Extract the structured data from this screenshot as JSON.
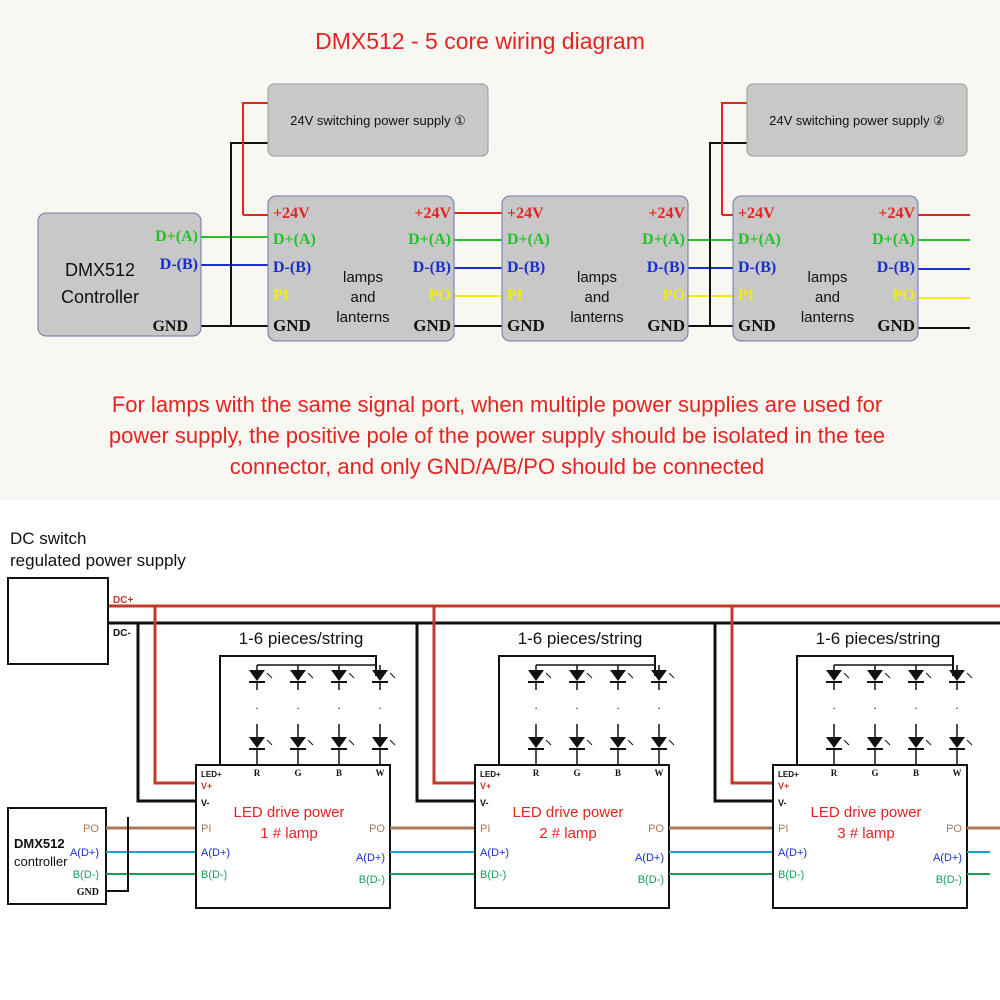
{
  "colors": {
    "red": "#e52421",
    "green": "#22c32a",
    "blue": "#1a2ed0",
    "yellow": "#f2ee00",
    "black": "#111111",
    "box": "#c8c8c8",
    "boxBorder": "#6a78a8",
    "brown": "#a97a5a",
    "cyan": "#1aa0d8",
    "teal": "#1c9a5a",
    "darkred": "#c0392b"
  },
  "top": {
    "title": "DMX512 - 5 core wiring diagram",
    "psu1": "24V switching power supply ①",
    "psu2": "24V switching power supply ②",
    "controller": {
      "line1": "DMX512",
      "line2": "Controller",
      "dplus": "D+(A)",
      "dminus": "D-(B)",
      "gnd": "GND"
    },
    "lamp": {
      "in": {
        "v24": "+24V",
        "dplus": "D+(A)",
        "dminus": "D-(B)",
        "pi": "PI",
        "gnd": "GND"
      },
      "out": {
        "v24": "+24V",
        "dplus": "D+(A)",
        "dminus": "D-(B)",
        "po": "PO",
        "gnd": "GND"
      },
      "label": [
        "lamps",
        "and",
        "lanterns"
      ]
    },
    "note": [
      "For lamps with the same signal port, when multiple power supplies are used for",
      "power supply, the positive pole of the power supply should be isolated in the tee",
      "connector, and only GND/A/B/PO should be connected"
    ]
  },
  "bottom": {
    "psu_label": [
      "DC switch",
      "regulated power supply"
    ],
    "dc_plus": "DC+",
    "dc_minus": "DC-",
    "controller": {
      "line1": "DMX512",
      "line2": "controller",
      "po": "PO",
      "a": "A(D+)",
      "b": "B(D-)",
      "gnd": "GND"
    },
    "string_label": "1-6 pieces/string",
    "drive": {
      "ledplus": "LED+",
      "channels": [
        "R",
        "G",
        "B",
        "W"
      ],
      "vplus": "V+",
      "vminus": "V-",
      "pi": "PI",
      "po": "PO",
      "a": "A(D+)",
      "b": "B(D-)",
      "title": "LED drive power",
      "lamps": [
        "1 # lamp",
        "2 # lamp",
        "3 # lamp"
      ]
    }
  }
}
